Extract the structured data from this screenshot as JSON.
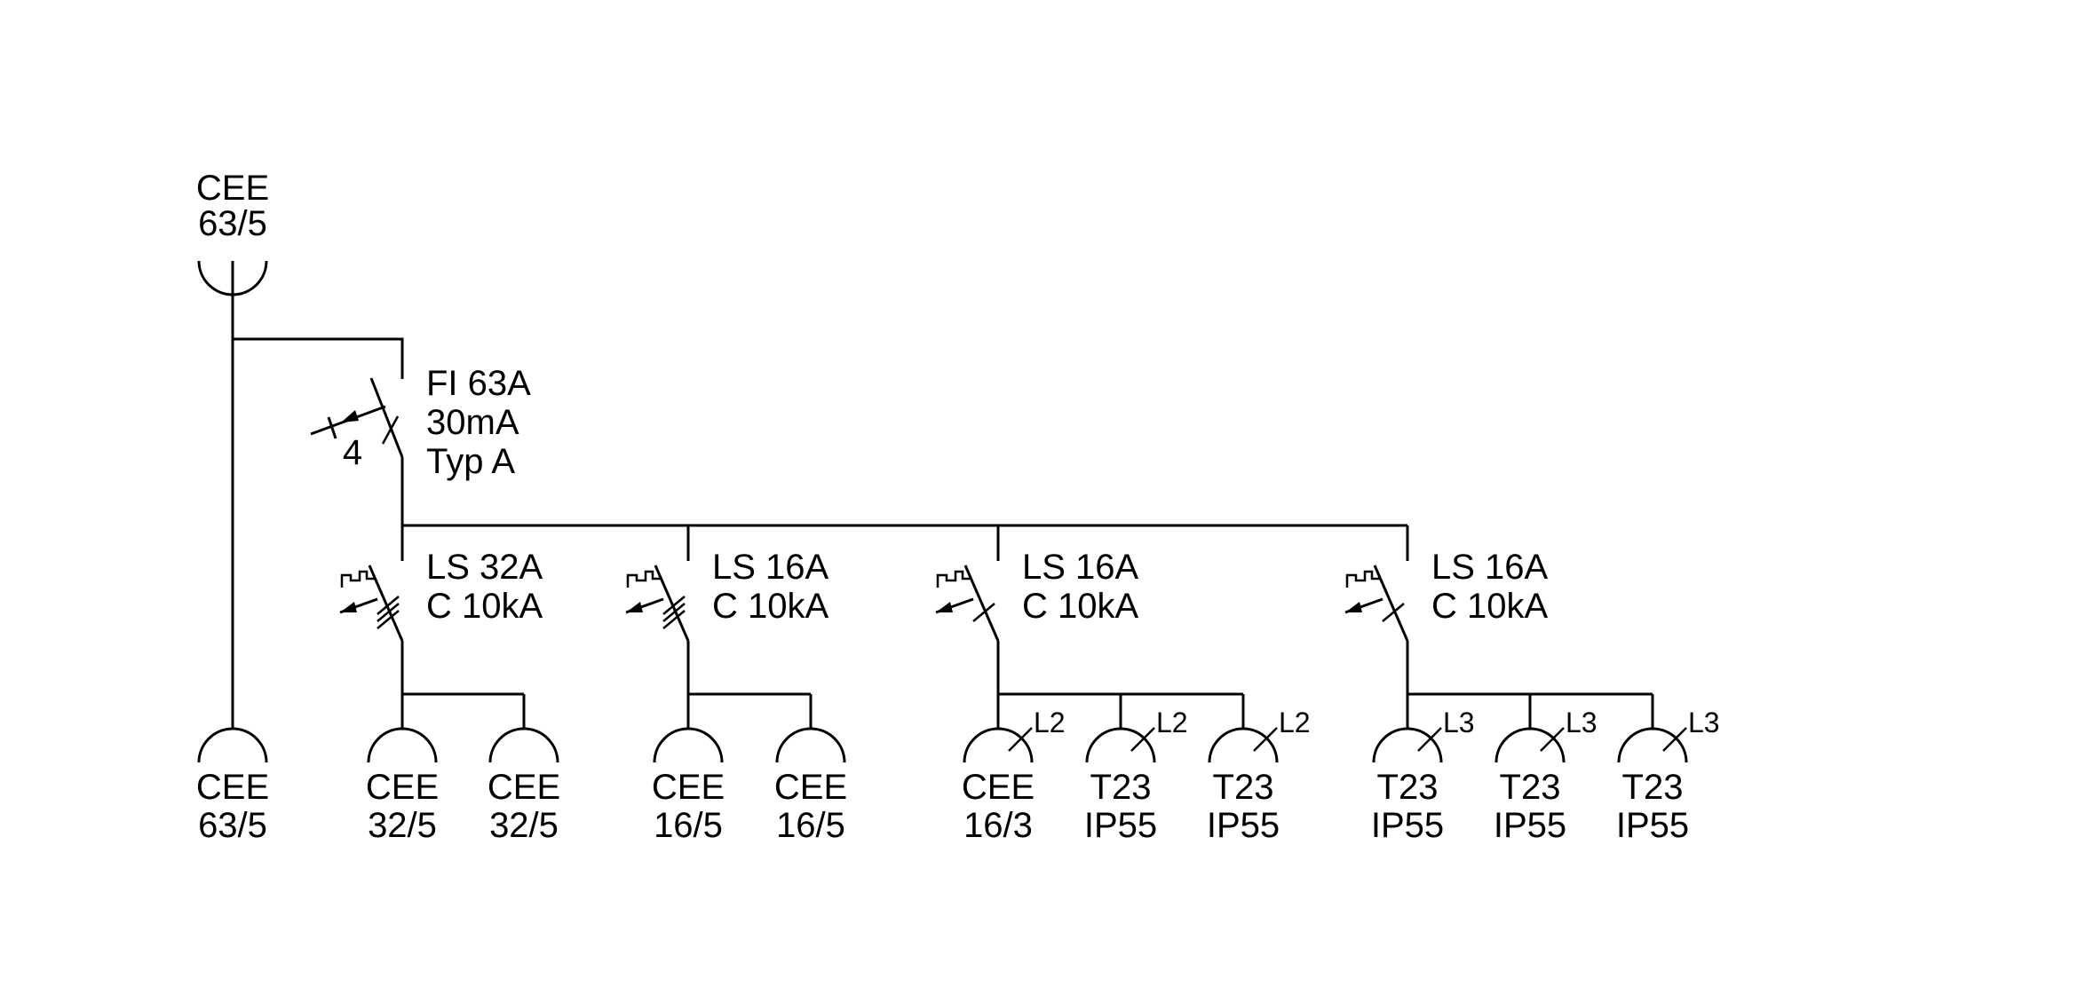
{
  "incoming": {
    "line1": "CEE",
    "line2": "63/5"
  },
  "rcd": {
    "poles": "4",
    "line1": "FI 63A",
    "line2": "30mA",
    "line3": "Typ A"
  },
  "breakers": [
    {
      "line1": "LS 32A",
      "line2": "C 10kA"
    },
    {
      "line1": "LS 16A",
      "line2": "C 10kA"
    },
    {
      "line1": "LS 16A",
      "line2": "C 10kA"
    },
    {
      "line1": "LS 16A",
      "line2": "C 10kA"
    }
  ],
  "outlets": [
    {
      "line1": "CEE",
      "line2": "63/5",
      "phase": ""
    },
    {
      "line1": "CEE",
      "line2": "32/5",
      "phase": ""
    },
    {
      "line1": "CEE",
      "line2": "32/5",
      "phase": ""
    },
    {
      "line1": "CEE",
      "line2": "16/5",
      "phase": ""
    },
    {
      "line1": "CEE",
      "line2": "16/5",
      "phase": ""
    },
    {
      "line1": "CEE",
      "line2": "16/3",
      "phase": "L2"
    },
    {
      "line1": "T23",
      "line2": "IP55",
      "phase": "L2"
    },
    {
      "line1": "T23",
      "line2": "IP55",
      "phase": "L2"
    },
    {
      "line1": "T23",
      "line2": "IP55",
      "phase": "L3"
    },
    {
      "line1": "T23",
      "line2": "IP55",
      "phase": "L3"
    },
    {
      "line1": "T23",
      "line2": "IP55",
      "phase": "L3"
    }
  ]
}
